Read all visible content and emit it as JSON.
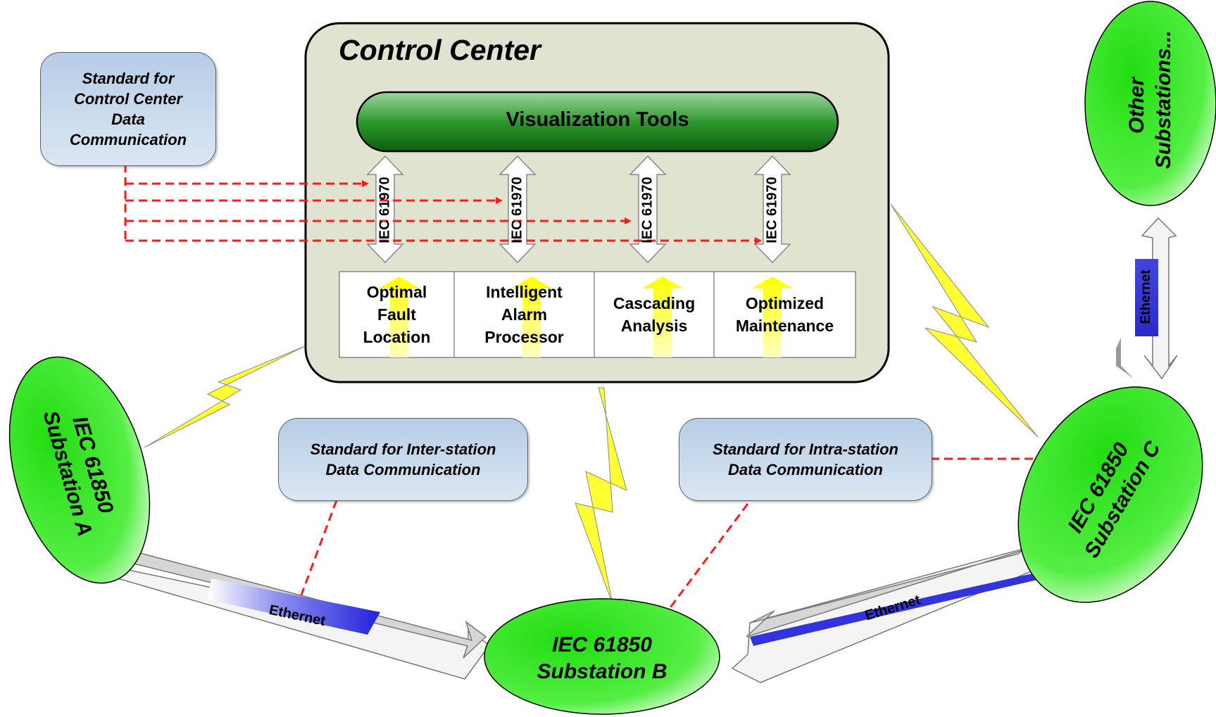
{
  "control_center": {
    "title": "Control Center"
  },
  "visualization": {
    "label": "Visualization Tools"
  },
  "protocol": {
    "label": "IEC 61970"
  },
  "modules": [
    {
      "line1": "Optimal",
      "line2": "Fault",
      "line3": "Location"
    },
    {
      "line1": "Intelligent",
      "line2": "Alarm",
      "line3": "Processor"
    },
    {
      "line1": "Cascading",
      "line2": "Analysis",
      "line3": ""
    },
    {
      "line1": "Optimized",
      "line2": "Maintenance",
      "line3": ""
    }
  ],
  "standards": {
    "control_center": {
      "line1": "Standard for",
      "line2": "Control Center",
      "line3": "Data",
      "line4": "Communication"
    },
    "inter_station": {
      "line1": "Standard for Inter-station",
      "line2": "Data Communication"
    },
    "intra_station": {
      "line1": "Standard for Intra-station",
      "line2": "Data Communication"
    }
  },
  "substations": {
    "a": {
      "line1": "IEC 61850",
      "line2": "Substation A"
    },
    "b": {
      "line1": "IEC 61850",
      "line2": "Substation B"
    },
    "c": {
      "line1": "IEC 61850",
      "line2": "Substation C"
    },
    "other": {
      "line1": "Other",
      "line2": "Substations..."
    }
  },
  "links": {
    "ethernet_ab": "Ethernet",
    "ethernet_bc": "Ethernet",
    "ethernet_c_other": "Ethernet"
  },
  "colors": {
    "control_center_fill": "#dfe3cf",
    "visualization_fill": "#1f8a1f",
    "substation_fill": "#33dd22",
    "standard_box_fill": "#b6cde6",
    "ethernet_fill": "#3a3ae0",
    "lightning_fill": "#ffff33",
    "dashed_arrow": "#ff1a1a"
  }
}
